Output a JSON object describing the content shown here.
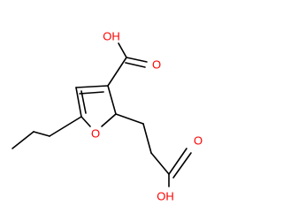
{
  "molecule": {
    "atoms": [
      {
        "id": "hydroxyl-top",
        "label": "OH",
        "color": "#ff0000"
      },
      {
        "id": "carbonyl-o-top",
        "label": "O",
        "color": "#ff0000"
      },
      {
        "id": "ring-oxygen",
        "label": "O",
        "color": "#ff0000"
      },
      {
        "id": "carbonyl-o-bottom",
        "label": "O",
        "color": "#ff0000"
      },
      {
        "id": "hydroxyl-bottom",
        "label": "OH",
        "color": "#ff0000"
      }
    ],
    "bond_color": "#000000"
  }
}
